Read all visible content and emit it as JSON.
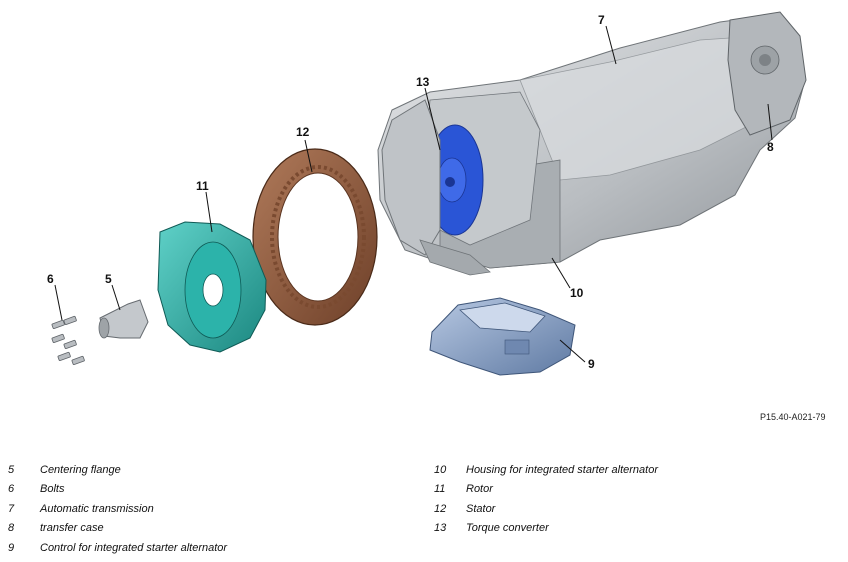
{
  "reference_code": "P15.40-A021-79",
  "callouts": [
    {
      "num": "5"
    },
    {
      "num": "6"
    },
    {
      "num": "7"
    },
    {
      "num": "8"
    },
    {
      "num": "9"
    },
    {
      "num": "10"
    },
    {
      "num": "11"
    },
    {
      "num": "12"
    },
    {
      "num": "13"
    }
  ],
  "legend_left": [
    {
      "num": "5",
      "label": "Centering flange"
    },
    {
      "num": "6",
      "label": "Bolts"
    },
    {
      "num": "7",
      "label": "Automatic transmission"
    },
    {
      "num": "8",
      "label": "transfer case"
    },
    {
      "num": "9",
      "label": "Control for integrated starter alternator"
    }
  ],
  "legend_right": [
    {
      "num": "10",
      "label": "Housing for integrated starter alternator"
    },
    {
      "num": "11",
      "label": "Rotor"
    },
    {
      "num": "12",
      "label": "Stator"
    },
    {
      "num": "13",
      "label": "Torque converter"
    }
  ],
  "colors": {
    "transmission": "#c8cccf",
    "torque_converter": "#2a55d6",
    "stator": "#8a5a3e",
    "rotor": "#29a8a0",
    "controller": "#8aa3c8",
    "flange": "#b8bcc0"
  }
}
